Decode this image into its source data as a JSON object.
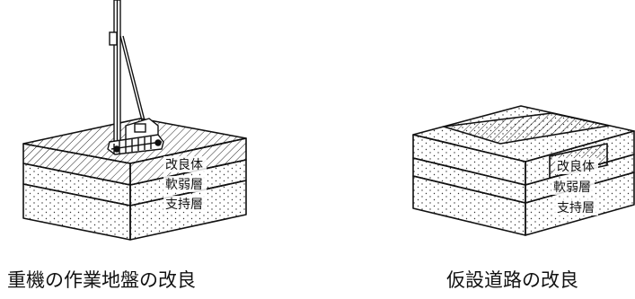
{
  "left_figure": {
    "layers": [
      "改良体",
      "軟弱層",
      "支持層"
    ],
    "caption": "重機の作業地盤の改良"
  },
  "right_figure": {
    "layers": [
      "改良体",
      "軟弱層",
      "支持層"
    ],
    "caption": "仮設道路の改良"
  }
}
